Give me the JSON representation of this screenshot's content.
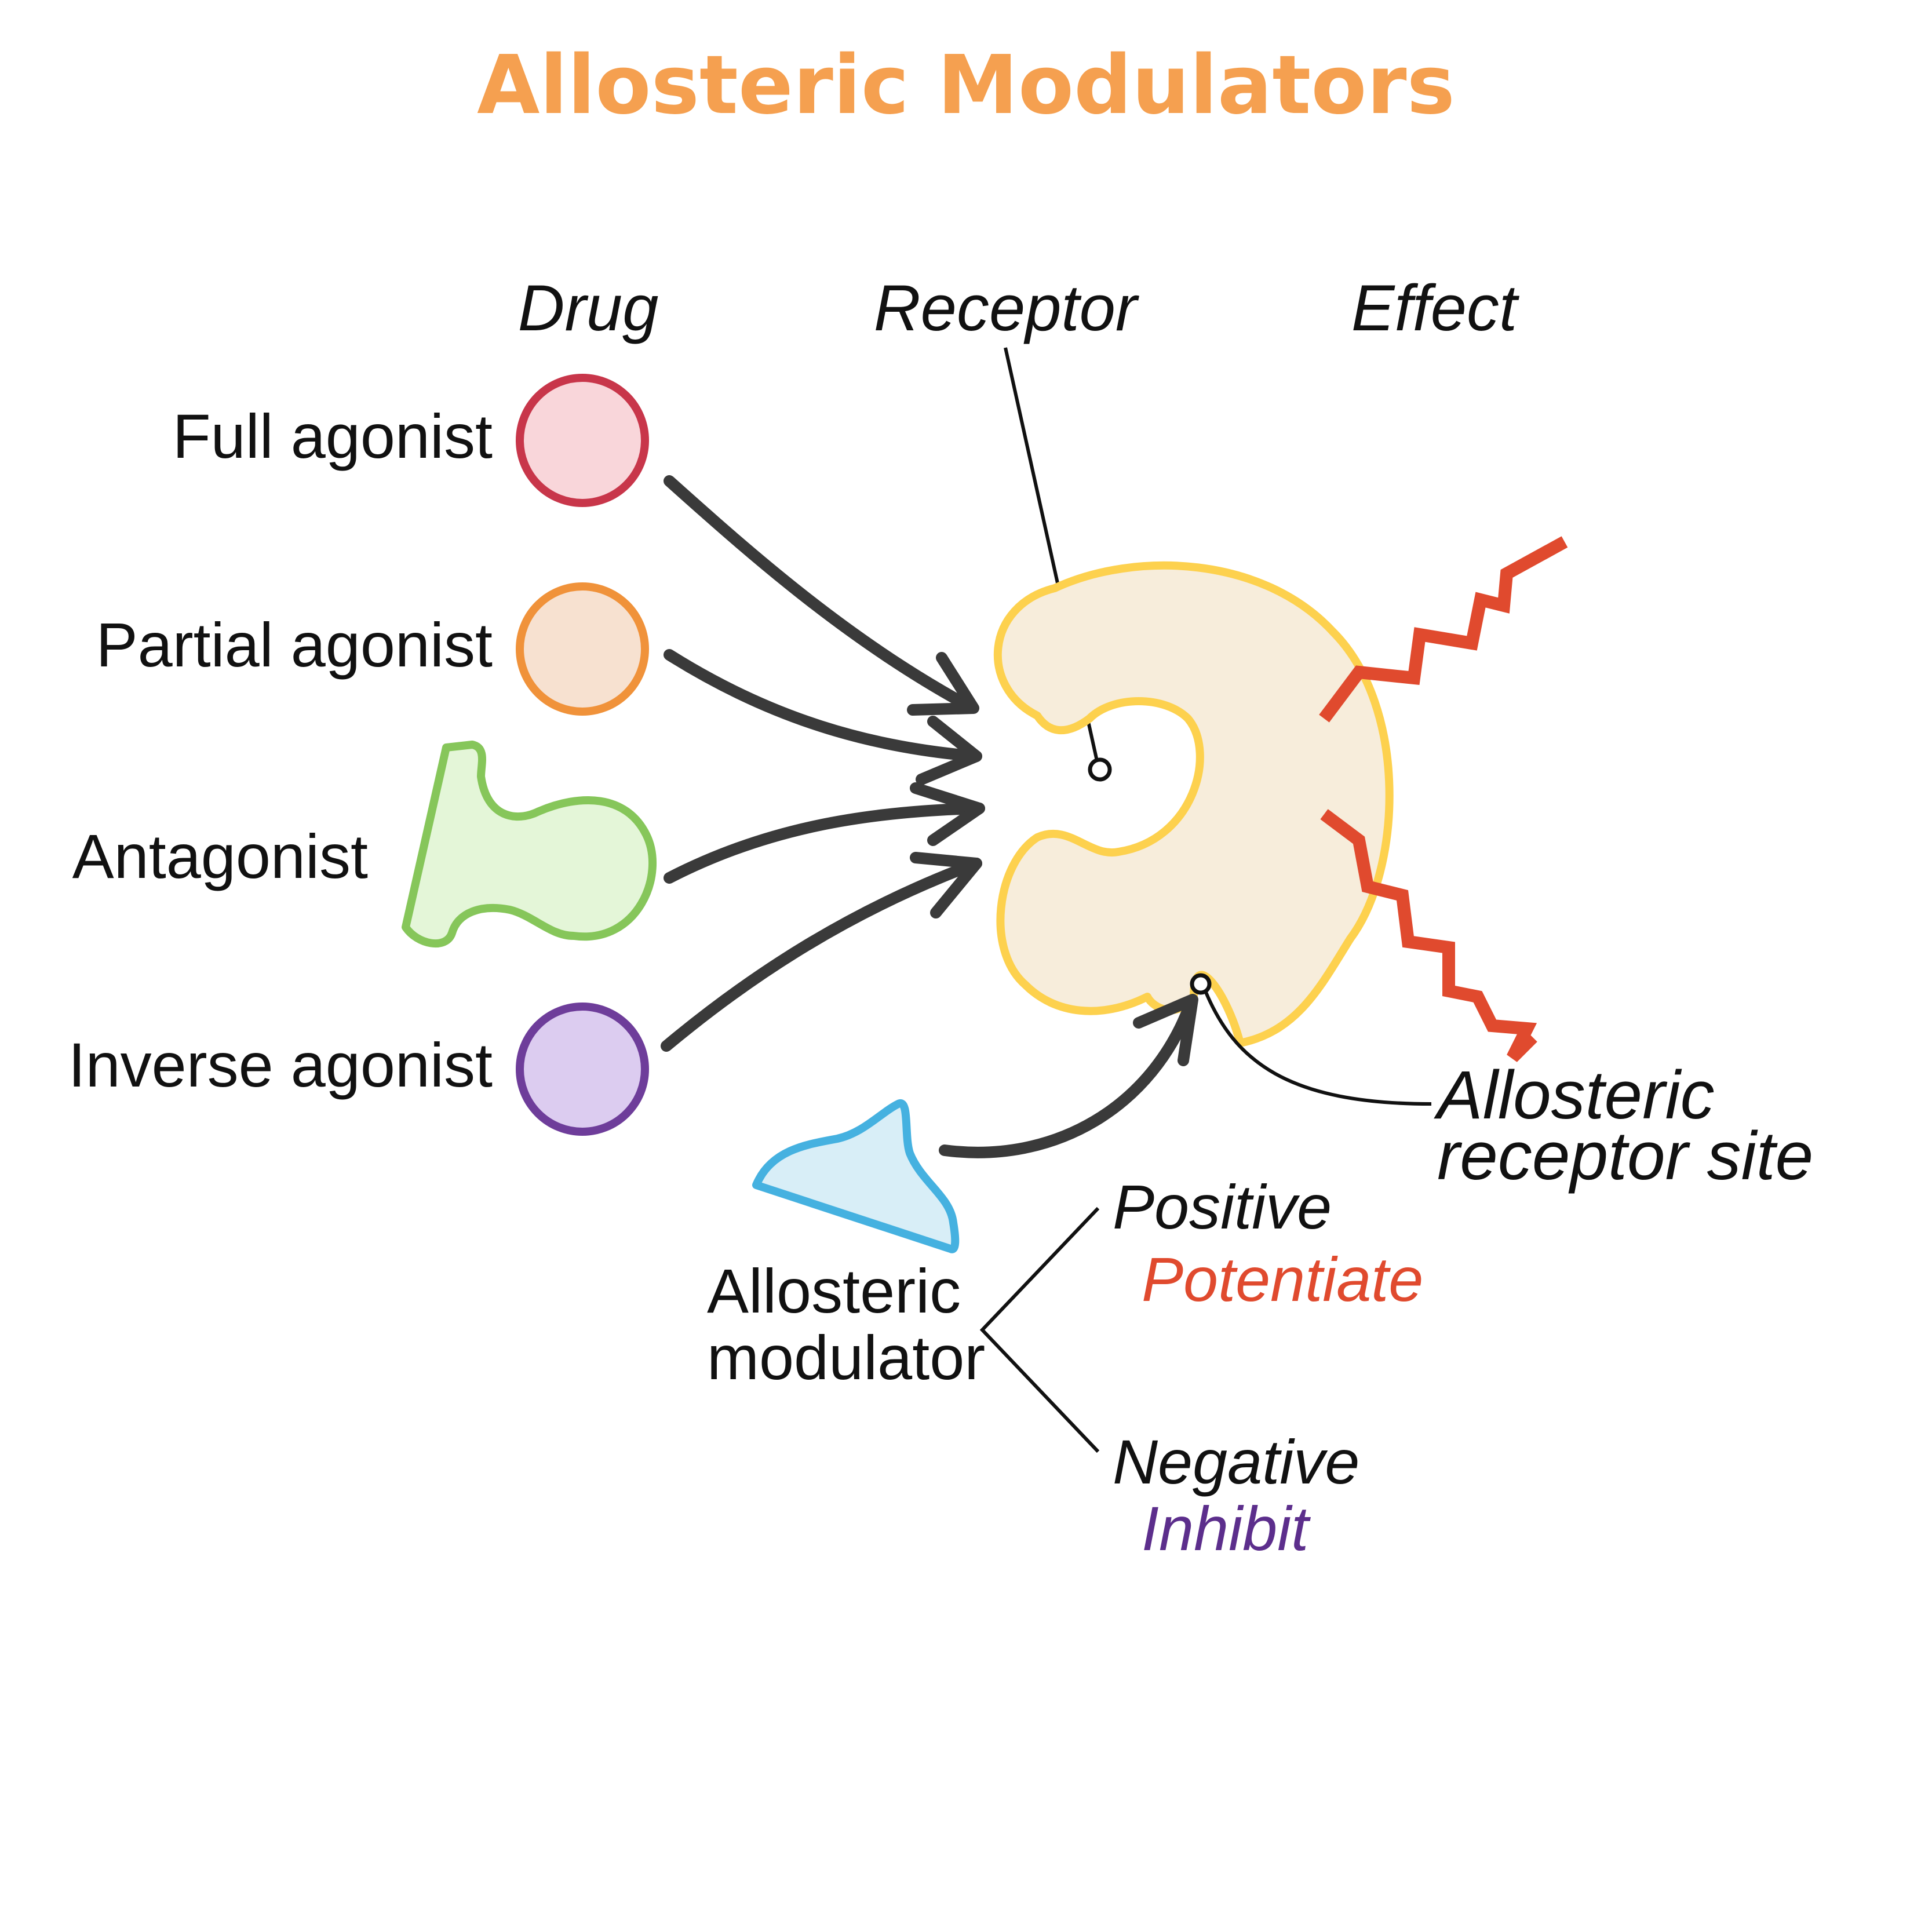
{
  "title": "Allosteric Modulators",
  "headers": {
    "drug": "Drug",
    "receptor": "Receptor",
    "effect": "Effect"
  },
  "drugs": [
    {
      "label": "Full agonist",
      "stroke": "#C8364A",
      "fill": "#F9D6DA"
    },
    {
      "label": "Partial agonist",
      "stroke": "#F0923A",
      "fill": "#F7E1D0"
    },
    {
      "label": "Antagonist",
      "stroke": "#86C65A",
      "fill": "#E4F6D8"
    },
    {
      "label": "Inverse agonist",
      "stroke": "#6E3D9A",
      "fill": "#DCCCF0"
    }
  ],
  "allosteric_site": {
    "line1": "Allosteric",
    "line2": "receptor site"
  },
  "modulator": {
    "line1": "Allosteric",
    "line2": "modulator",
    "stroke": "#45B1E0",
    "fill": "#D8EEF7"
  },
  "outcomes": {
    "positive": {
      "label": "Positive",
      "effect": "Potentiate",
      "effect_color": "#E04A2E"
    },
    "negative": {
      "label": "Negative",
      "effect": "Inhibit",
      "effect_color": "#5C2E8C"
    }
  },
  "colors": {
    "title": "#F5A050",
    "receptor_stroke": "#FDD14E",
    "receptor_fill": "#F7EDDB",
    "effect_zigzag": "#E04A2E",
    "arrow": "#3A3A3A",
    "text": "#111111"
  }
}
